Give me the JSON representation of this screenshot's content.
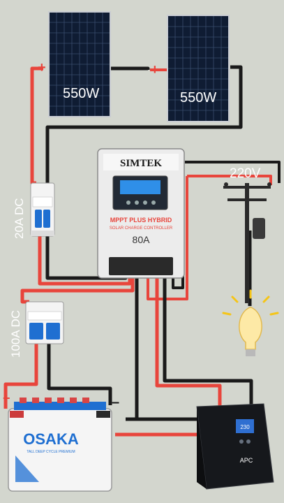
{
  "panels": [
    {
      "label": "550W",
      "positive": "+",
      "negative": "–"
    },
    {
      "label": "550W",
      "positive": "+"
    }
  ],
  "breaker_dc_small": {
    "label": "20A DC"
  },
  "breaker_dc_large": {
    "label": "100A DC"
  },
  "controller": {
    "brand": "SIMTEK",
    "model_line1": "MPPT PLUS HYBRID",
    "model_line2": "SOLAR CHARGE CONTROLLER",
    "rating": "80A"
  },
  "grid": {
    "voltage": "220V"
  },
  "battery": {
    "brand": "OSAKA",
    "tagline": "TALL DEEP CYCLE PREMIUM",
    "positive": "+",
    "negative": "–"
  },
  "ups": {
    "brand": "APC",
    "display": "230"
  },
  "colors": {
    "positive_wire": "#e8453c",
    "negative_wire": "#1a1a1a",
    "background": "#d3d6ce"
  }
}
